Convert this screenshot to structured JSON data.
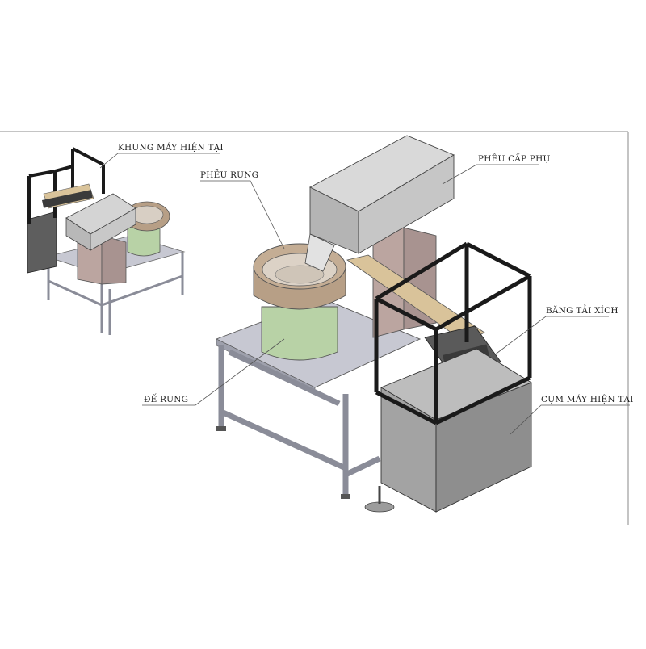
{
  "labels": {
    "khung_may": "KHUNG MÁY HIỆN TẠI",
    "pheu_rung": "PHỄU RUNG",
    "pheu_cap_phu": "PHỄU CẤP PHỤ",
    "bang_tai_xich": "BĂNG TẢI XÍCH",
    "de_rung": "ĐẾ RUNG",
    "cum_may": "CỤM MÁY HIỆN TẠI"
  },
  "colors": {
    "frame_steel": "#a9abb6",
    "frame_steel_dark": "#7d7f8b",
    "table_top": "#c7c8d2",
    "hopper_gray": "#c4c4c4",
    "bowl_brown": "#b79f86",
    "base_green": "#b8d2a6",
    "cabinet_gray": "#8e8e8e",
    "column_mauve": "#bba5a0",
    "guard_black": "#1a1a1a",
    "conveyor_tan": "#d9c39a"
  }
}
